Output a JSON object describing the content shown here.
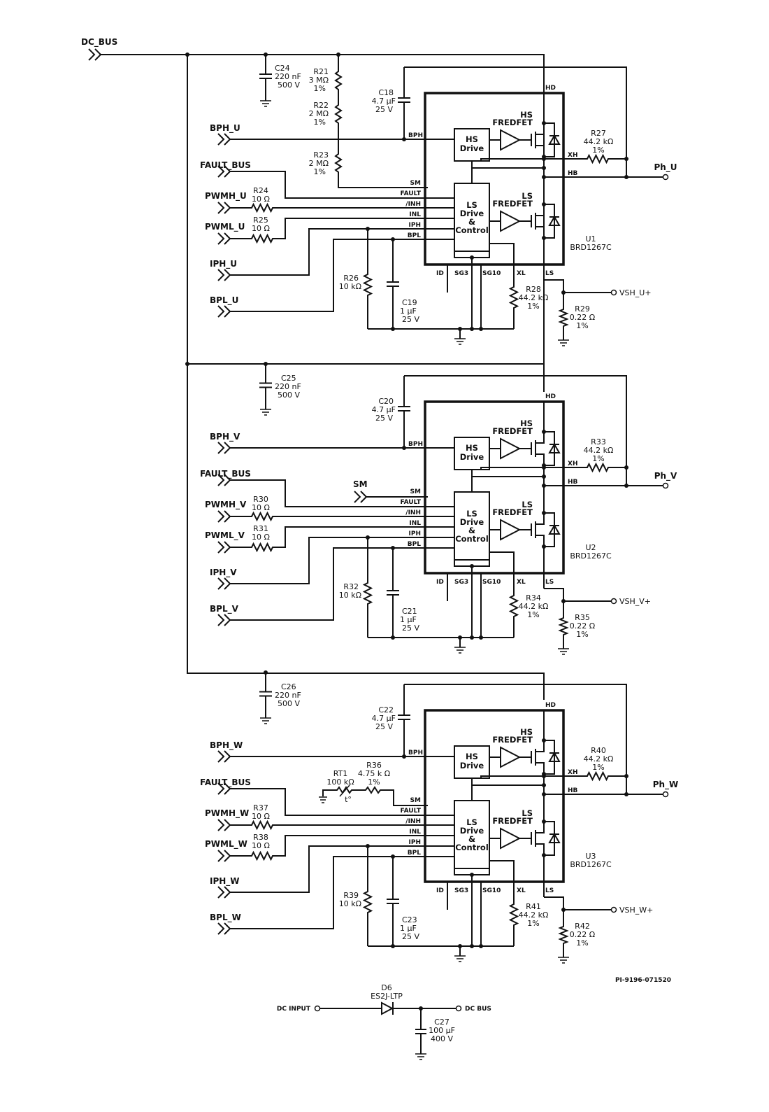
{
  "dc_bus_label": "DC_BUS",
  "bus_caps": [
    {
      "ref": "C24",
      "value": "220 nF",
      "rating": "500 V"
    },
    {
      "ref": "C25",
      "value": "220 nF",
      "rating": "500 V"
    },
    {
      "ref": "C26",
      "value": "220 nF",
      "rating": "500 V"
    }
  ],
  "sm_divider": [
    {
      "ref": "R21",
      "value": "3 MΩ",
      "tol": "1%"
    },
    {
      "ref": "R22",
      "value": "2 MΩ",
      "tol": "1%"
    },
    {
      "ref": "R23",
      "value": "2 MΩ",
      "tol": "1%"
    }
  ],
  "pin_labels": {
    "bph": "BPH",
    "sm": "SM",
    "fault": "FAULT",
    "inh": "/INH",
    "inl": "INL",
    "iph": "IPH",
    "bpl": "BPL",
    "id": "ID",
    "sg3": "SG3",
    "sg10": "SG10",
    "xl": "XL",
    "ls": "LS",
    "hd": "HD",
    "xh": "XH",
    "hb": "HB"
  },
  "blocks": {
    "hs_drive_1": "HS",
    "hs_drive_2": "Drive",
    "ls_drive_1": "LS",
    "ls_drive_2": "Drive",
    "ls_drive_3": "&",
    "ls_drive_4": "Control",
    "hs_fet_1": "HS",
    "hs_fet_2": "FREDFET",
    "ls_fet_1": "LS",
    "ls_fet_2": "FREDFET"
  },
  "phases": [
    {
      "bph": "BPH_U",
      "fault": "FAULT_BUS",
      "pwmh": "PWMH_U",
      "pwml": "PWML_U",
      "iph": "IPH_U",
      "bpl": "BPL_U",
      "r_pwmh": {
        "ref": "R24",
        "value": "10 Ω"
      },
      "r_pwml": {
        "ref": "R25",
        "value": "10 Ω"
      },
      "c_boot": {
        "ref": "C18",
        "value": "4.7 µF",
        "rating": "25 V"
      },
      "r_iph": {
        "ref": "R26",
        "value": "10 kΩ"
      },
      "c_bpl": {
        "ref": "C19",
        "value": "1 µF",
        "rating": "25 V"
      },
      "r_xl": {
        "ref": "R28",
        "value": "44.2 kΩ",
        "tol": "1%"
      },
      "r_xh": {
        "ref": "R27",
        "value": "44.2 kΩ",
        "tol": "1%"
      },
      "r_sense": {
        "ref": "R29",
        "value": "0.22 Ω",
        "tol": "1%"
      },
      "u": {
        "ref": "U1",
        "part": "BRD1267C"
      },
      "out": "Ph_U",
      "vsh": "VSH_U+"
    },
    {
      "bph": "BPH_V",
      "fault": "FAULT_BUS",
      "pwmh": "PWMH_V",
      "pwml": "PWML_V",
      "iph": "IPH_V",
      "bpl": "BPL_V",
      "sm": "SM",
      "r_pwmh": {
        "ref": "R30",
        "value": "10 Ω"
      },
      "r_pwml": {
        "ref": "R31",
        "value": "10 Ω"
      },
      "c_boot": {
        "ref": "C20",
        "value": "4.7 µF",
        "rating": "25 V"
      },
      "r_iph": {
        "ref": "R32",
        "value": "10 kΩ"
      },
      "c_bpl": {
        "ref": "C21",
        "value": "1 µF",
        "rating": "25 V"
      },
      "r_xl": {
        "ref": "R34",
        "value": "44.2 kΩ",
        "tol": "1%"
      },
      "r_xh": {
        "ref": "R33",
        "value": "44.2 kΩ",
        "tol": "1%"
      },
      "r_sense": {
        "ref": "R35",
        "value": "0.22 Ω",
        "tol": "1%"
      },
      "u": {
        "ref": "U2",
        "part": "BRD1267C"
      },
      "out": "Ph_V",
      "vsh": "VSH_V+"
    },
    {
      "bph": "BPH_W",
      "fault": "FAULT_BUS",
      "pwmh": "PWMH_W",
      "pwml": "PWML_W",
      "iph": "IPH_W",
      "bpl": "BPL_W",
      "r_pwmh": {
        "ref": "R37",
        "value": "10 Ω"
      },
      "r_pwml": {
        "ref": "R38",
        "value": "10 Ω"
      },
      "c_boot": {
        "ref": "C22",
        "value": "4.7 µF",
        "rating": "25 V"
      },
      "r_iph": {
        "ref": "R39",
        "value": "10 kΩ"
      },
      "c_bpl": {
        "ref": "C23",
        "value": "1 µF",
        "rating": "25 V"
      },
      "r_xl": {
        "ref": "R41",
        "value": "44.2 kΩ",
        "tol": "1%"
      },
      "r_xh": {
        "ref": "R40",
        "value": "44.2 kΩ",
        "tol": "1%"
      },
      "r_sense": {
        "ref": "R42",
        "value": "0.22 Ω",
        "tol": "1%"
      },
      "u": {
        "ref": "U3",
        "part": "BRD1267C"
      },
      "out": "Ph_W",
      "vsh": "VSH_W+"
    }
  ],
  "thermistor": {
    "rt": {
      "ref": "RT1",
      "value": "100 kΩ",
      "symbol": "t°"
    },
    "r": {
      "ref": "R36",
      "value": "4.75 k Ω",
      "tol": "1%"
    }
  },
  "input": {
    "dc_input": "DC INPUT",
    "dc_bus": "DC BUS",
    "diode": {
      "ref": "D6",
      "part": "ES2J-LTP"
    },
    "cap": {
      "ref": "C27",
      "value": "100 µF",
      "rating": "400 V"
    }
  },
  "drawing_number": "PI-9196-071520"
}
